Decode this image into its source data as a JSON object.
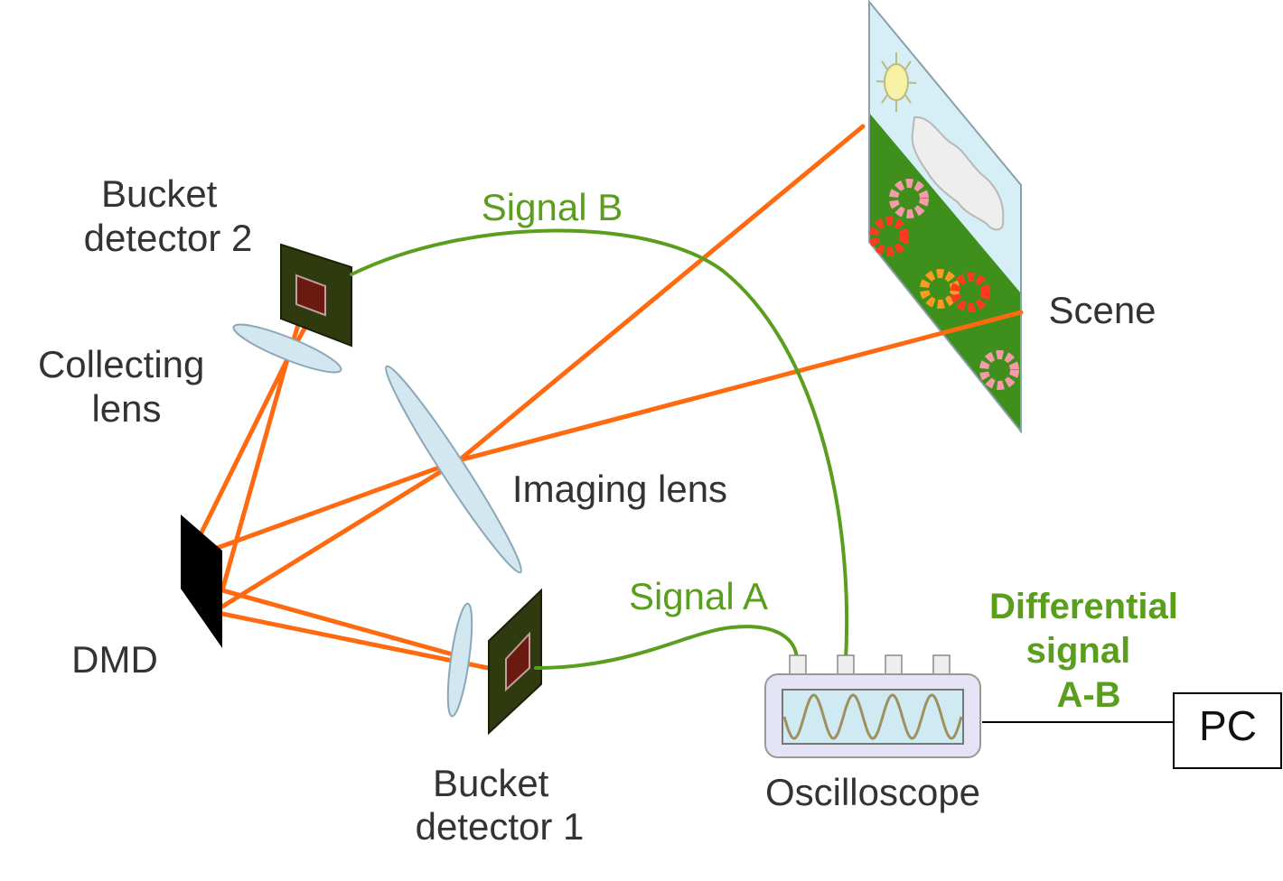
{
  "labels": {
    "bucket_detector_2": [
      "Bucket",
      "detector 2"
    ],
    "collecting_lens": [
      "Collecting",
      "lens"
    ],
    "dmd": "DMD",
    "imaging_lens": "Imaging lens",
    "bucket_detector_1": [
      "Bucket",
      "detector 1"
    ],
    "signal_a": "Signal A",
    "signal_b": "Signal B",
    "scene": "Scene",
    "oscilloscope": "Oscilloscope",
    "differential": [
      "Differential",
      "signal",
      "A-B"
    ],
    "pc": "PC"
  },
  "colors": {
    "beam": "#ff6a10",
    "signal": "#5a9e1e",
    "lens_fill": "#d3e7f0",
    "lens_stroke": "#8aa8b8",
    "detector_fill": "#2f3a0e",
    "detector_sensor": "#6b1a10",
    "dmd": "#000000",
    "scene_sky": "#d6eef6",
    "scene_grass": "#3f8f1c",
    "scope_body": "#e4e4f6",
    "scope_screen": "#d0eaf3",
    "scope_wave": "#a09060"
  },
  "icons": [
    "sun-icon",
    "cloud-icon",
    "flower-icon"
  ]
}
